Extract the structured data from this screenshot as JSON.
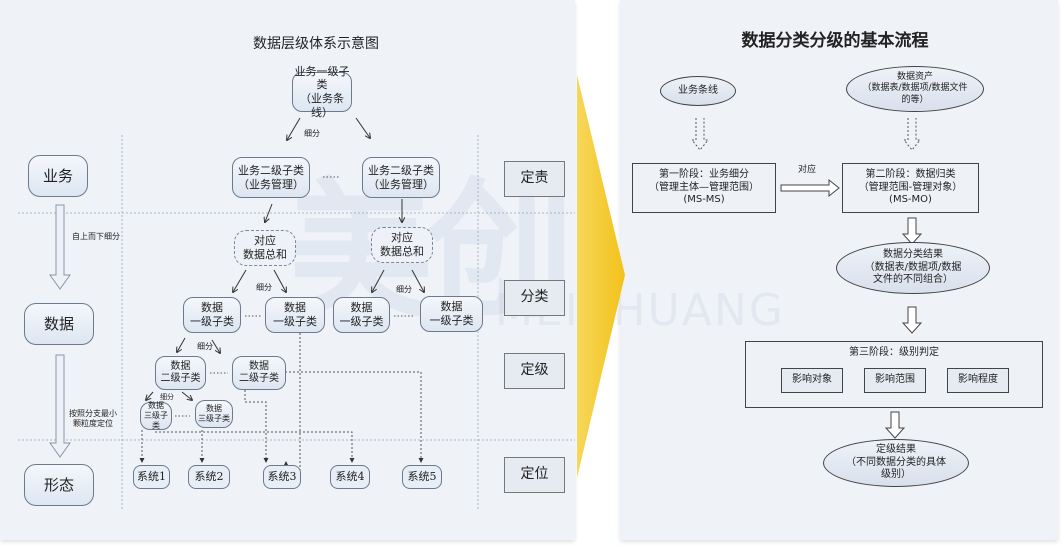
{
  "watermark": {
    "cn": "美创",
    "en": "MEICHUANG"
  },
  "left": {
    "title": "数据层级体系示意图",
    "top_node": [
      "业务一级子类",
      "（业务条线）"
    ],
    "split_label": "细分",
    "ellipsis": "……",
    "biz_level2": [
      [
        "业务二级子类",
        "（业务管理）"
      ],
      [
        "业务二级子类",
        "（业务管理）"
      ]
    ],
    "data_sum": [
      [
        "对应",
        "数据总和"
      ],
      [
        "对应",
        "数据总和"
      ]
    ],
    "data_level1": [
      "数据\n一级子类",
      "数据\n一级子类",
      "数据\n一级子类",
      "数据\n一级子类"
    ],
    "data_level2": [
      "数据\n二级子类",
      "数据\n二级子类"
    ],
    "data_level3": [
      "数据\n三级子类",
      "数据\n三级子类"
    ],
    "systems": [
      "系统1",
      "系统2",
      "系统3",
      "系统4",
      "系统5"
    ],
    "side_stages": [
      "业务",
      "数据",
      "形态"
    ],
    "side_arrow_labels": [
      "自上而下细分",
      "按照分支最小颗粒度定位"
    ],
    "right_labels": [
      "定责",
      "分类",
      "定级",
      "定位"
    ]
  },
  "right": {
    "title": "数据分类分级的基本流程",
    "biz_line": "业务条线",
    "data_asset": "数据资产\n（数据表/数据项/数据文件的等）",
    "stage1": "第一阶段：业务细分\n（管理主体—管理范围）\n(MS-MS)",
    "correspond": "对应",
    "stage2": "第二阶段：数据归类\n（管理范围-管理对象）\n(MS-MO)",
    "class_result": "数据分类结果\n（数据表/数据项/数据\n文件的不同组合）",
    "stage3_title": "第三阶段：级别判定",
    "stage3_items": [
      "影响对象",
      "影响范围",
      "影响程度"
    ],
    "grade_result": "定级结果\n（不同数据分类的具体\n级别）"
  }
}
